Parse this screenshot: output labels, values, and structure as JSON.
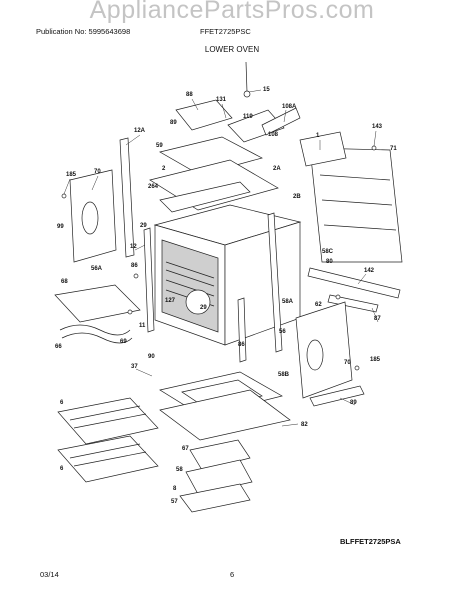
{
  "watermark": "AppliancePartsPros.com",
  "header": {
    "publication": "Publication No: 5995643698",
    "model": "FFET2725PSC",
    "section": "LOWER OVEN"
  },
  "footer": {
    "figure_code": "BLFFET2725PSA",
    "date": "03/14",
    "page": "6"
  },
  "callouts": [
    "15",
    "88",
    "131",
    "119",
    "108A",
    "12A",
    "89",
    "108",
    "143",
    "1",
    "71",
    "59",
    "2",
    "2A",
    "264",
    "2B",
    "185",
    "70",
    "29",
    "12",
    "99",
    "56A",
    "86",
    "68",
    "127",
    "29",
    "58C",
    "80",
    "142",
    "62",
    "87",
    "11",
    "69",
    "58A",
    "56",
    "86",
    "66",
    "90",
    "70",
    "185",
    "37",
    "58B",
    "6",
    "89",
    "82",
    "6",
    "67",
    "58",
    "8",
    "57"
  ]
}
